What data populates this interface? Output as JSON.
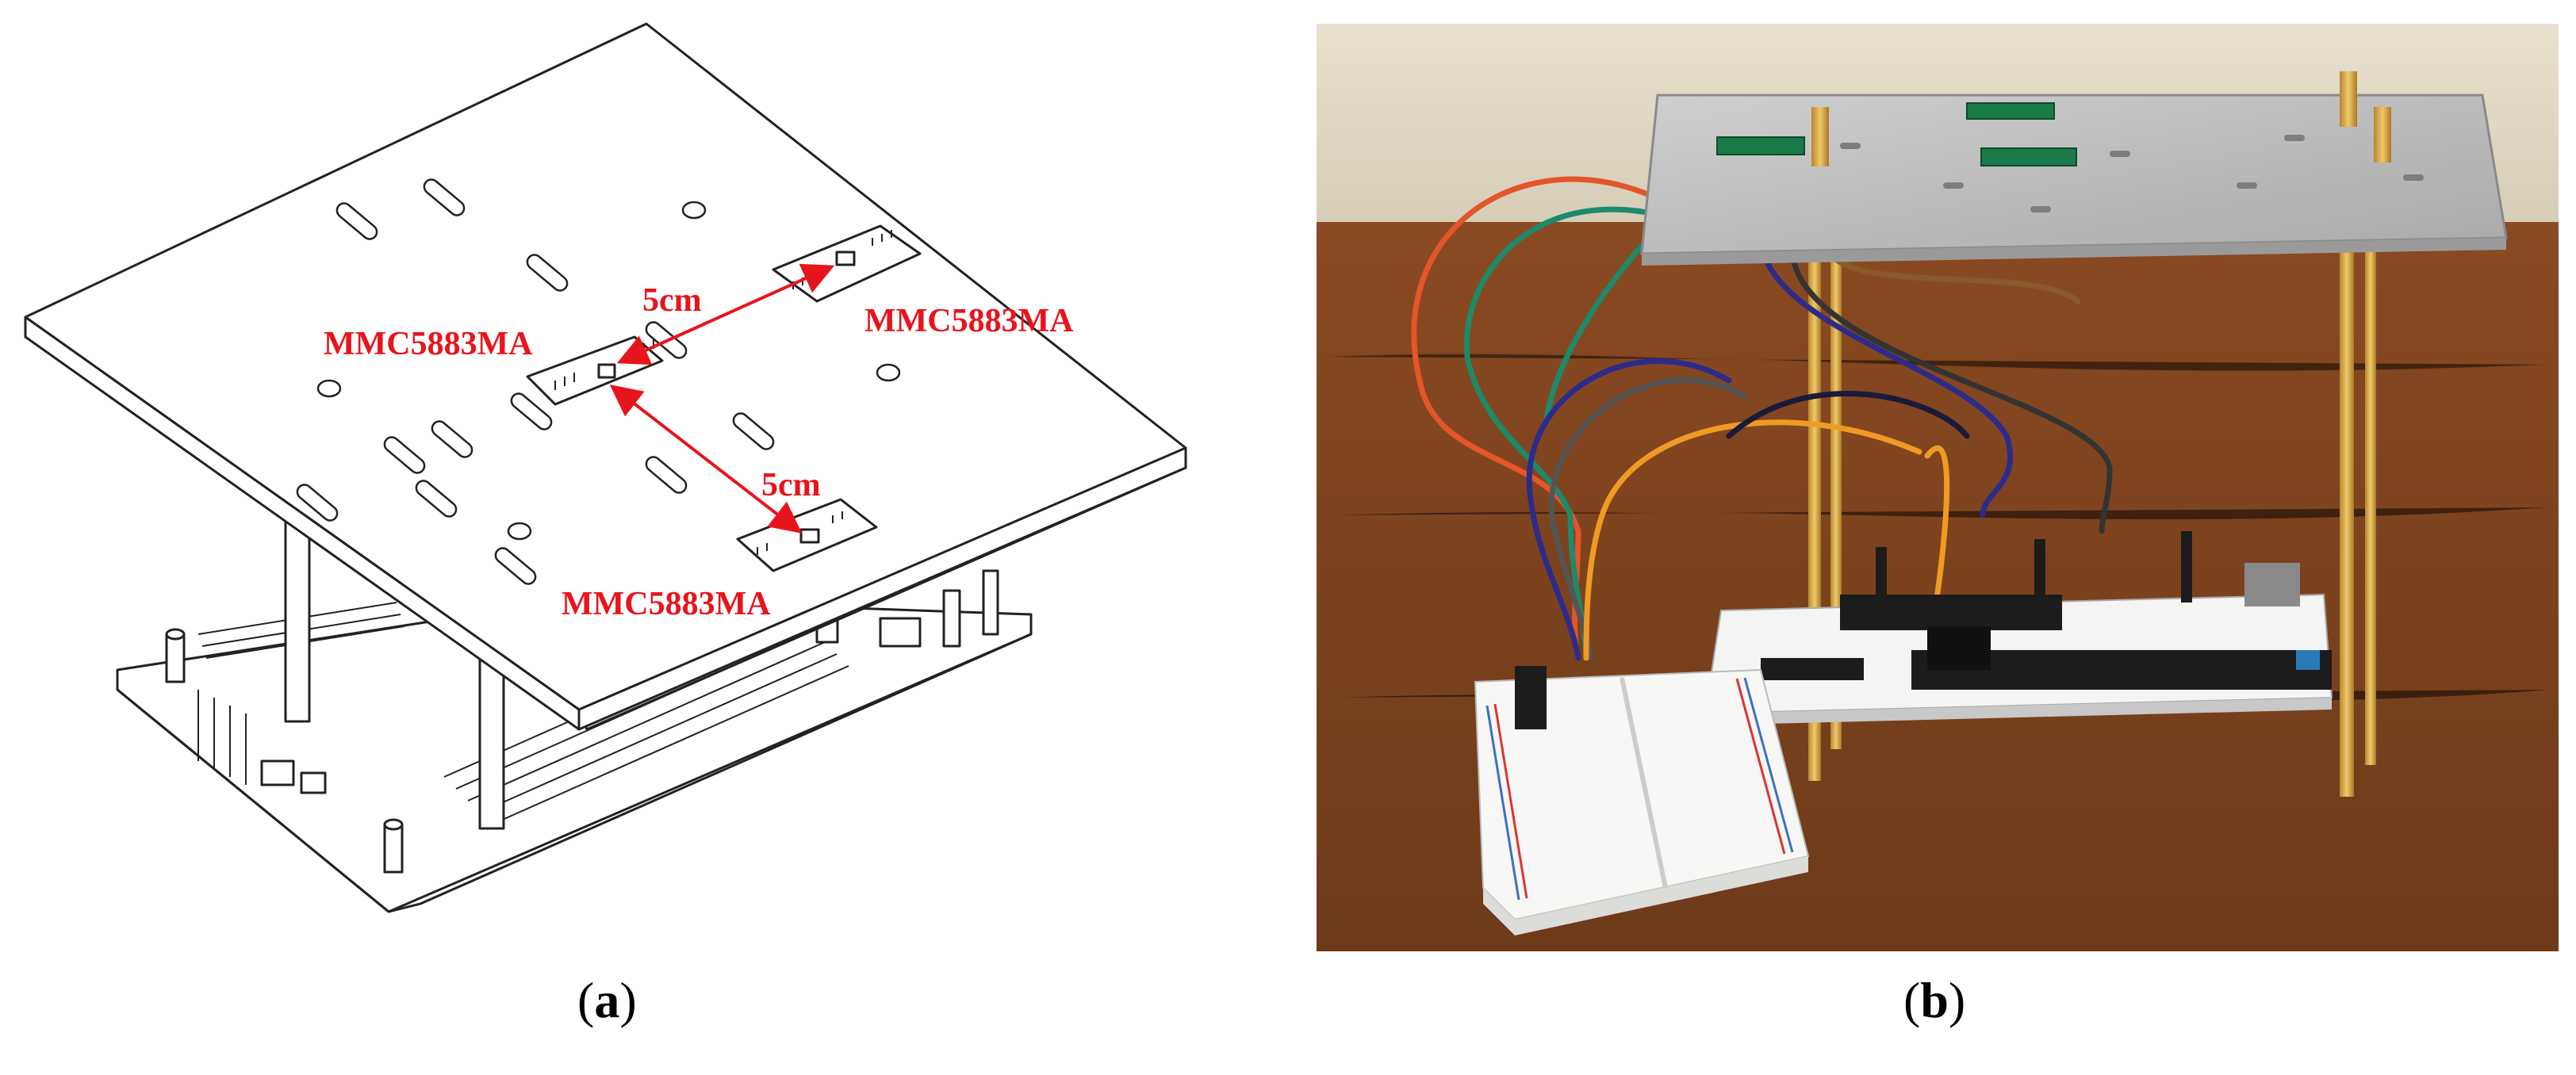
{
  "panel_a": {
    "sensor_labels": [
      "MMC5883MA",
      "MMC5883MA",
      "MMC5883MA"
    ],
    "distance_labels": [
      "5cm",
      "5cm"
    ],
    "caption_letter": "a"
  },
  "panel_b": {
    "caption_letter": "b"
  },
  "colors": {
    "annotation": "#e8141c",
    "line": "#222222"
  }
}
